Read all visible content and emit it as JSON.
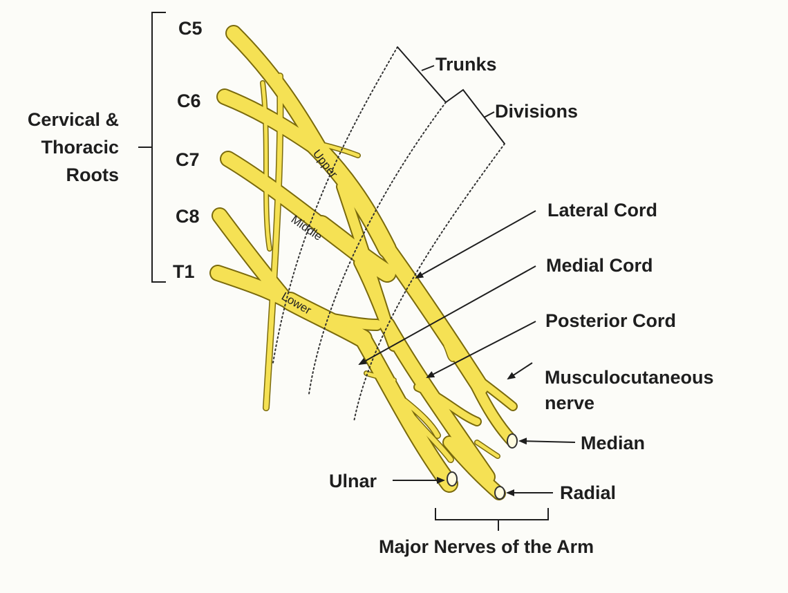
{
  "colors": {
    "nerve": "#f5e154",
    "nerve_outline": "#7a6a0c",
    "text": "#1e1e1e",
    "background": "#fcfcf8"
  },
  "roots": {
    "group_label_lines": [
      "Cervical &",
      "Thoracic",
      "Roots"
    ],
    "c5": "C5",
    "c6": "C6",
    "c7": "C7",
    "c8": "C8",
    "t1": "T1"
  },
  "trunks": {
    "label": "Trunks",
    "upper": "Upper",
    "middle": "Middle",
    "lower": "Lower"
  },
  "divisions": {
    "label": "Divisions"
  },
  "cords": {
    "lateral": "Lateral Cord",
    "medial": "Medial Cord",
    "posterior": "Posterior Cord"
  },
  "nerves": {
    "musculocutaneous_lines": [
      "Musculocutaneous",
      "nerve"
    ],
    "median": "Median",
    "ulnar": "Ulnar",
    "radial": "Radial",
    "group_label": "Major Nerves of the Arm"
  }
}
